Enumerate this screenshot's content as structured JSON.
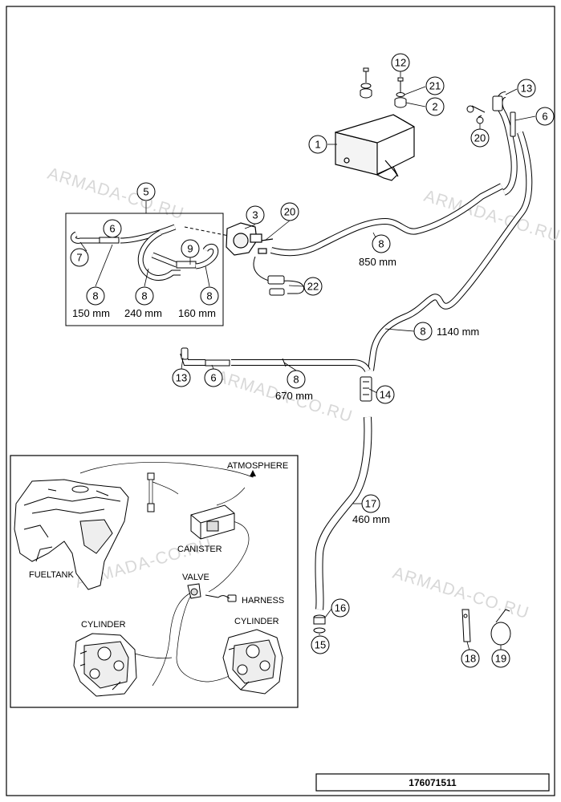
{
  "diagram": {
    "watermark": "ARMADA-CO.RU",
    "drawing_number": "176071511",
    "callouts": [
      "1",
      "2",
      "3",
      "5",
      "6",
      "6",
      "6",
      "7",
      "8",
      "8",
      "8",
      "8",
      "8",
      "8",
      "9",
      "12",
      "13",
      "13",
      "14",
      "15",
      "16",
      "17",
      "18",
      "19",
      "20",
      "20",
      "21",
      "22"
    ],
    "dimensions": {
      "hose_850": "850 mm",
      "hose_1140": "1140 mm",
      "hose_670": "670 mm",
      "hose_460": "460 mm",
      "hose_150": "150 mm",
      "hose_240": "240 mm",
      "hose_160": "160 mm"
    },
    "inset": {
      "atmosphere": "ATMOSPHERE",
      "canister": "CANISTER",
      "fueltank": "FUELTANK",
      "valve": "VALVE",
      "harness": "HARNESS",
      "cylinder_left": "CYLINDER",
      "cylinder_right": "CYLINDER"
    }
  }
}
